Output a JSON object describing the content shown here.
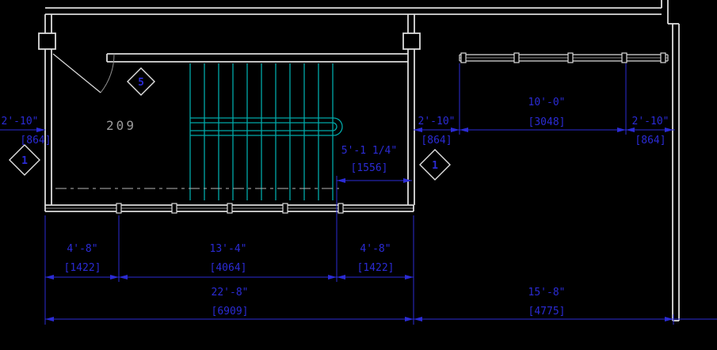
{
  "colors": {
    "background": "#000000",
    "wall": "#dcdcdc",
    "glass": "#8f8f8f",
    "stair": "#00a8a8",
    "dimension": "#2b2bd5",
    "room_text": "#9c9c9c",
    "cut_line": "#b4b4b4",
    "keynote": "#e2e2e2"
  },
  "room": {
    "number": "209"
  },
  "keynotes": {
    "stair": "5",
    "wall_left": "1",
    "wall_right": "1"
  },
  "dimensions": {
    "left_offset": {
      "ft": "2'-10\"",
      "mm": "[864]"
    },
    "corridor_gap": {
      "ft": "2'-10\"",
      "mm": "[864]"
    },
    "window_span": {
      "ft": "10'-0\"",
      "mm": "[3048]"
    },
    "right_offset": {
      "ft": "2'-10\"",
      "mm": "[864]"
    },
    "stair_width": {
      "ft": "5'-1 1/4\"",
      "mm": "[1556]"
    },
    "bay_left": {
      "ft": "4'-8\"",
      "mm": "[1422]"
    },
    "bay_center": {
      "ft": "13'-4\"",
      "mm": "[4064]"
    },
    "bay_right": {
      "ft": "4'-8\"",
      "mm": "[1422]"
    },
    "overall_left": {
      "ft": "22'-8\"",
      "mm": "[6909]"
    },
    "overall_right": {
      "ft": "15'-8\"",
      "mm": "[4775]"
    }
  }
}
